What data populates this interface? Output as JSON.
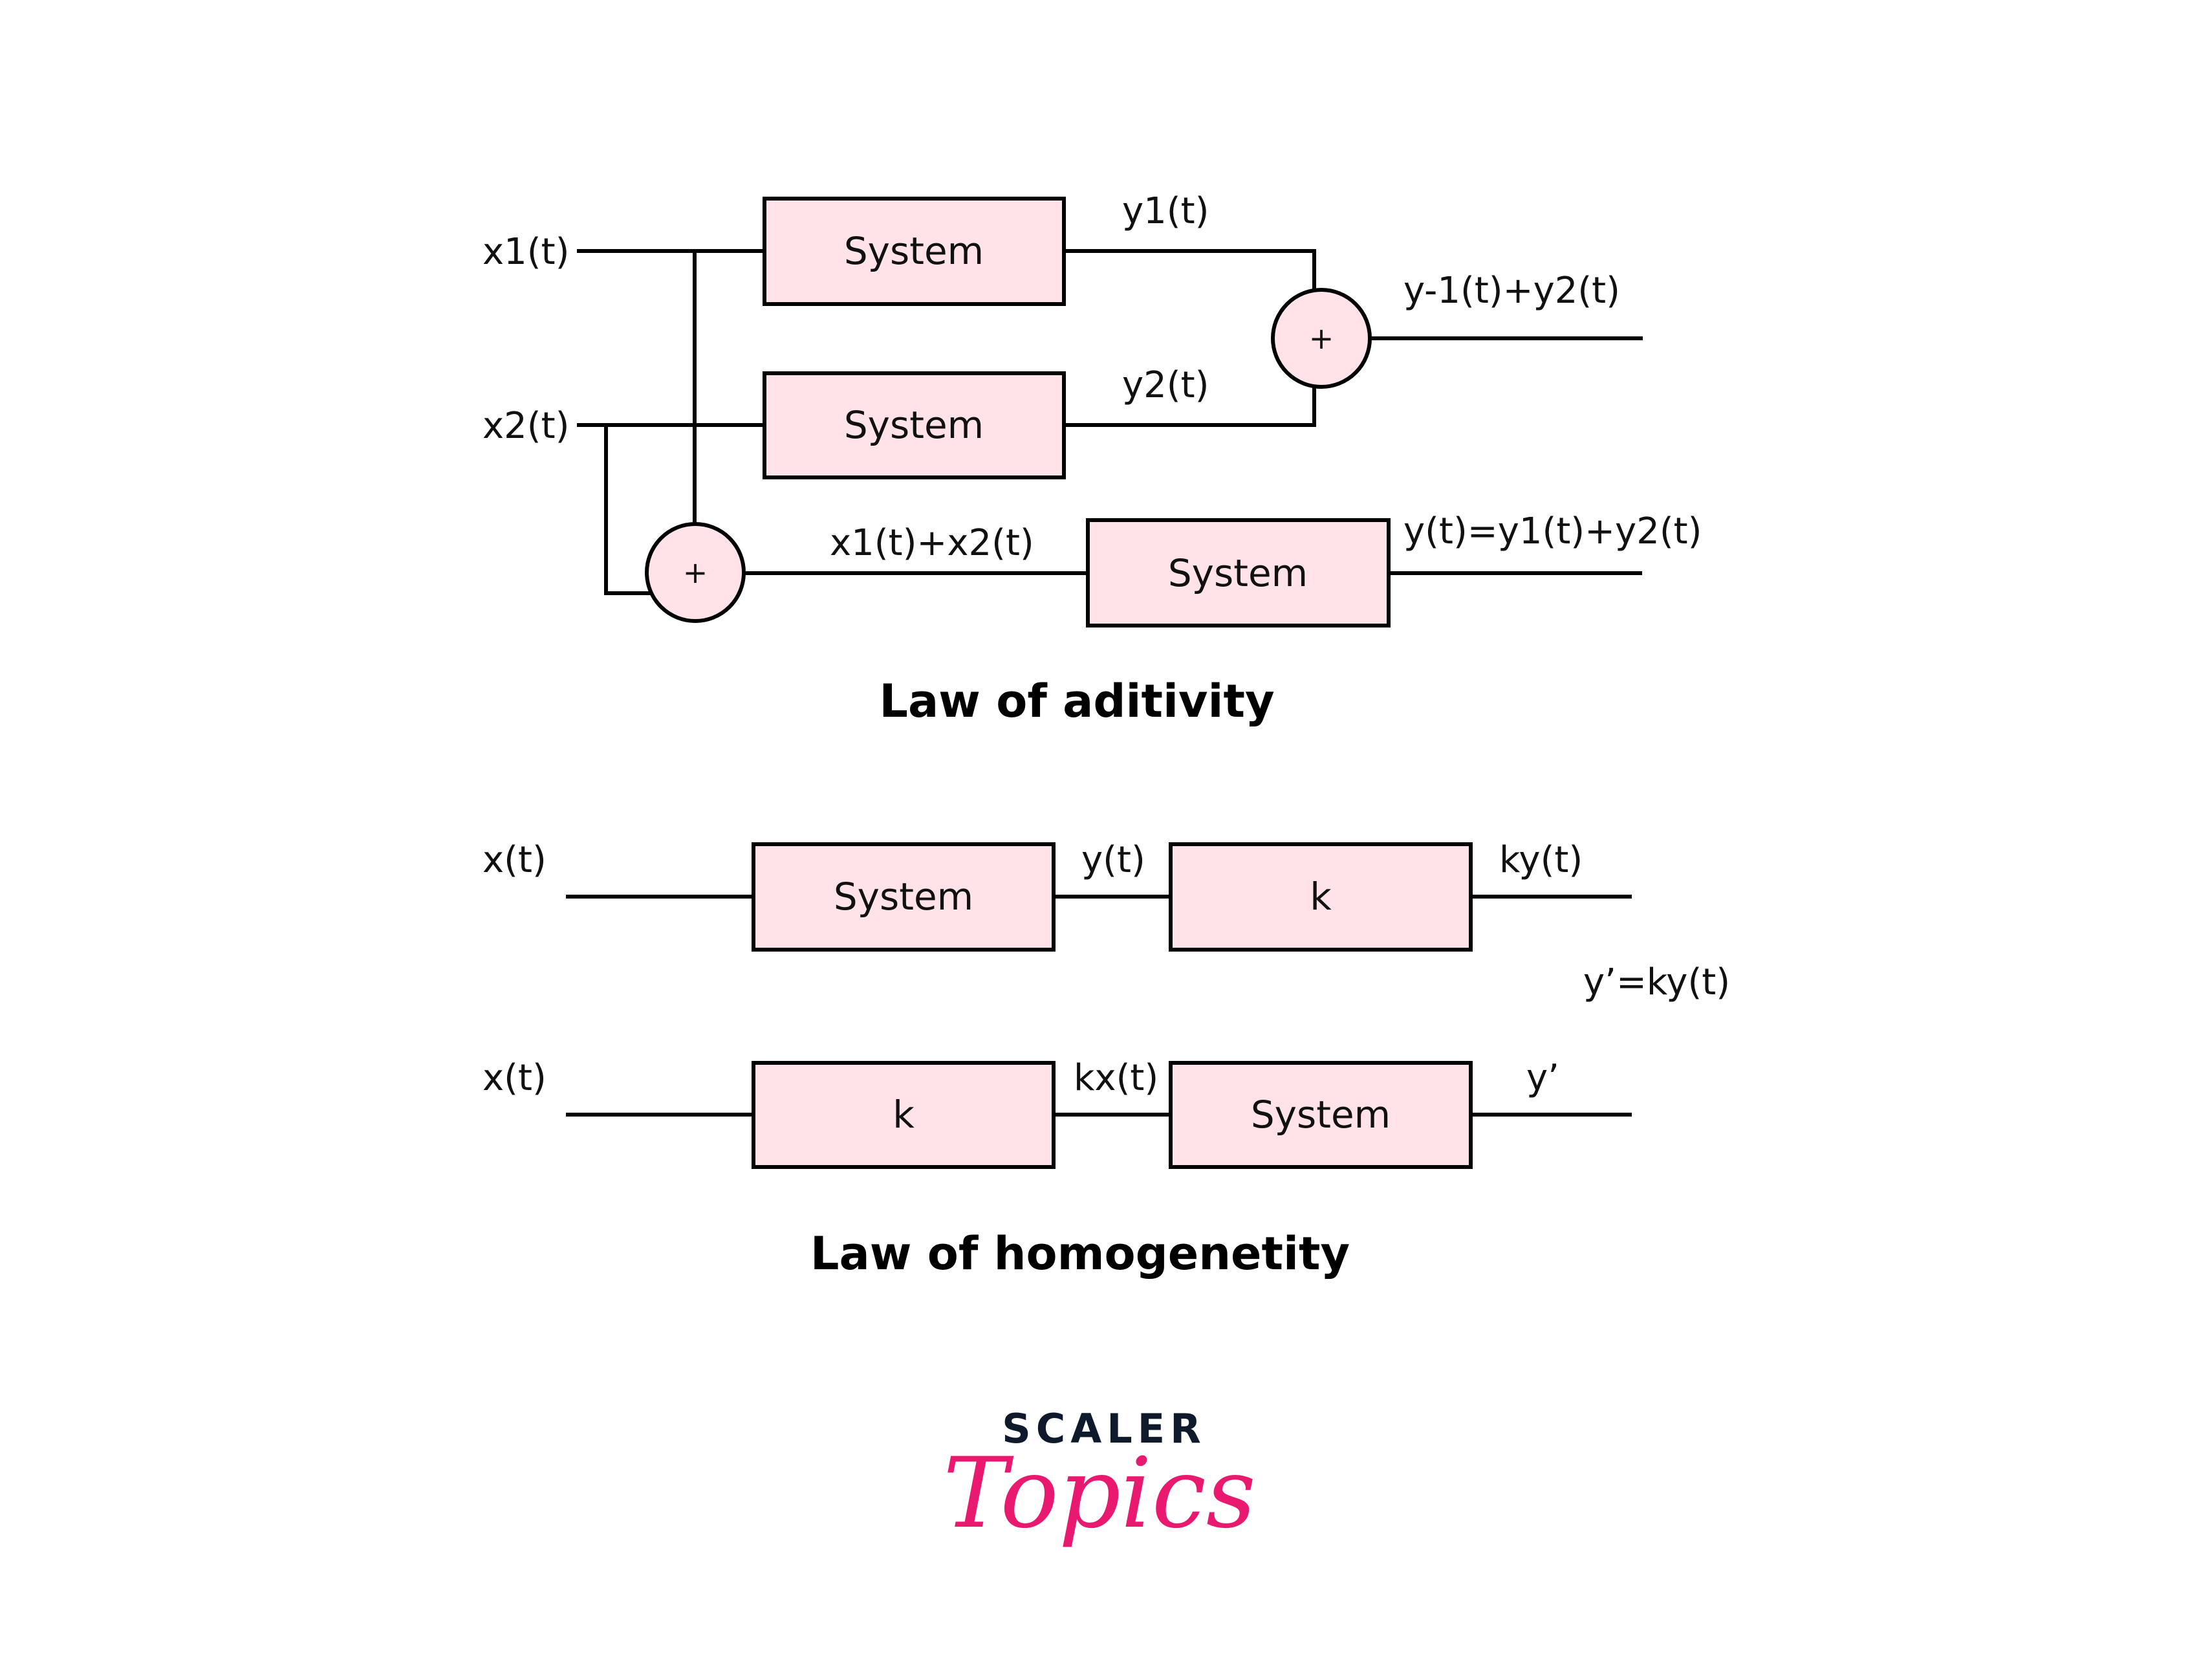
{
  "colors": {
    "block_fill": "#FFE3E8",
    "stroke": "#000000",
    "logo_dark": "#0E1A2B",
    "logo_accent": "#E8196F"
  },
  "additivity": {
    "title": "Law of aditivity",
    "inputs": {
      "x1": "x1(t)",
      "x2": "x2(t)"
    },
    "blocks": {
      "system_top": "System",
      "system_mid": "System",
      "system_bottom": "System"
    },
    "signals": {
      "y1": "y1(t)",
      "y2": "y2(t)",
      "sum_out": "y-1(t)+y2(t)",
      "sum_in": "x1(t)+x2(t)",
      "final_out": "y(t)=y1(t)+y2(t)"
    },
    "summers": {
      "right": "+",
      "left": "+"
    }
  },
  "homogeneity": {
    "title": "Law of homogenetity",
    "row1": {
      "input": "x(t)",
      "block1": "System",
      "mid": "y(t)",
      "block2": "k",
      "output": "ky(t)"
    },
    "equation": "y’=ky(t)",
    "row2": {
      "input": "x(t)",
      "block1": "k",
      "mid": "kx(t)",
      "block2": "System",
      "output": "y’"
    }
  },
  "logo": {
    "top": "SCALER",
    "script": "Topics"
  }
}
